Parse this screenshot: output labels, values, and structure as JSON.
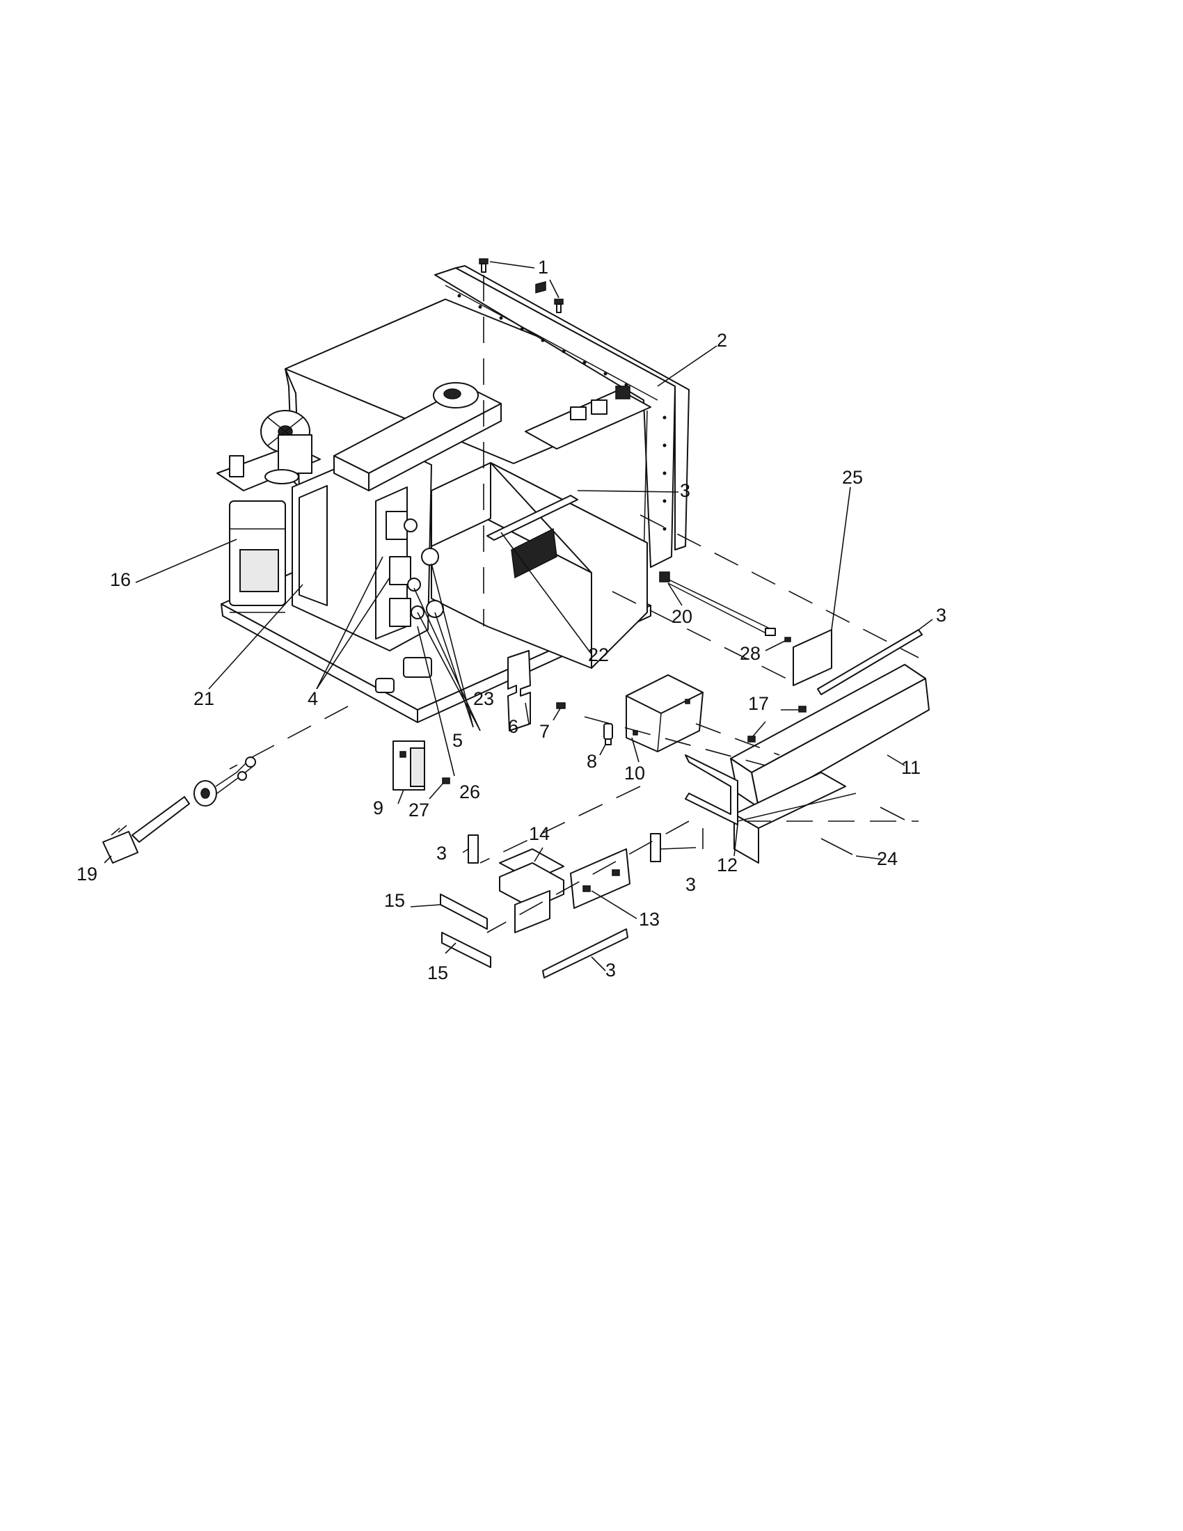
{
  "callouts": {
    "c1": "1",
    "c2": "2",
    "c3a": "3",
    "c3b": "3",
    "c3c": "3",
    "c3d": "3",
    "c3e": "3",
    "c4": "4",
    "c5": "5",
    "c6": "6",
    "c7": "7",
    "c8": "8",
    "c9": "9",
    "c10": "10",
    "c11": "11",
    "c12": "12",
    "c13": "13",
    "c14": "14",
    "c15a": "15",
    "c15b": "15",
    "c16": "16",
    "c17": "17",
    "c19": "19",
    "c20": "20",
    "c21": "21",
    "c22": "22",
    "c23": "23",
    "c24": "24",
    "c25": "25",
    "c26": "26",
    "c27": "27",
    "c28": "28"
  }
}
